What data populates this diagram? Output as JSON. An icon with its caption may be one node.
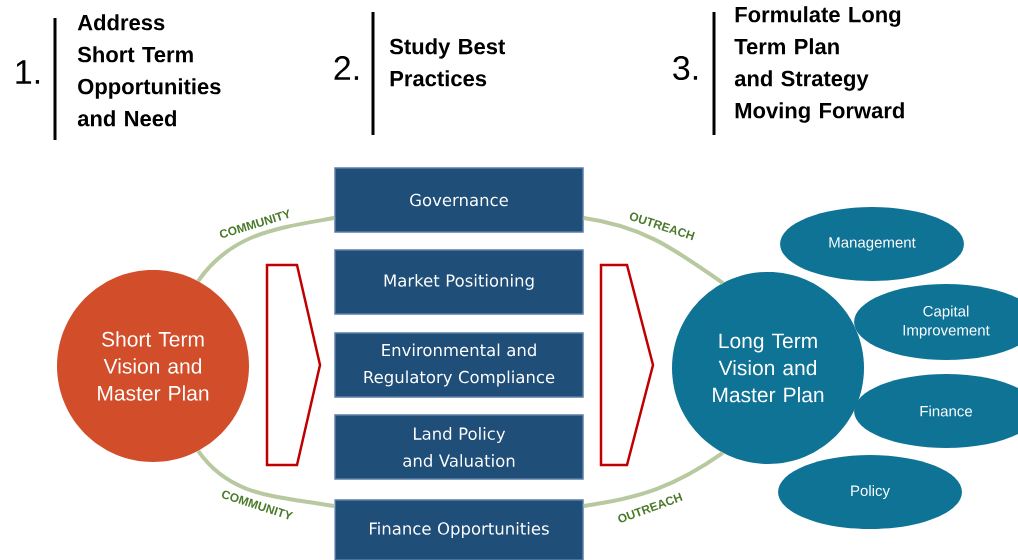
{
  "diagram": {
    "nodes": [
      {
        "text": [
          "Short Term Vision and Master Plan"
        ]
      },
      {
        "text": [
          "Governance"
        ]
      },
      {
        "text": [
          "Market Positioning"
        ]
      },
      {
        "text": [
          "Environmental and Regulatory Compliance"
        ]
      },
      {
        "text": [
          "Land Policy and Valuation"
        ]
      },
      {
        "text": [
          "Finance Opportunities"
        ]
      },
      {
        "text": [
          "Long Term Vision and Master Plan"
        ]
      },
      {
        "text": [
          "Management"
        ]
      },
      {
        "text": [
          "Capital Improvement"
        ]
      },
      {
        "text": [
          "Finance"
        ]
      },
      {
        "text": [
          "Policy"
        ]
      }
    ],
    "edges": [
      {
        "from": 0,
        "to": 1,
        "arrow": "none",
        "label": "COMMUNITY"
      },
      {
        "from": 0,
        "to": 5,
        "arrow": "none",
        "label": "COMMUNITY"
      },
      {
        "from": 1,
        "to": 6,
        "arrow": "none",
        "label": "OUTREACH"
      },
      {
        "from": 5,
        "to": 6,
        "arrow": "none",
        "label": "OUTREACH"
      },
      {
        "from": 0,
        "to": 3,
        "arrow": "to",
        "color": "#c00000"
      },
      {
        "from": 3,
        "to": 6,
        "arrow": "to",
        "color": "#c00000"
      }
    ],
    "labels": [
      "1.",
      "Address Short Term Opportunities and Need",
      "2.",
      "Study Best Practices",
      "3.",
      "Formulate Long Term Plan and Strategy Moving Forward"
    ]
  }
}
